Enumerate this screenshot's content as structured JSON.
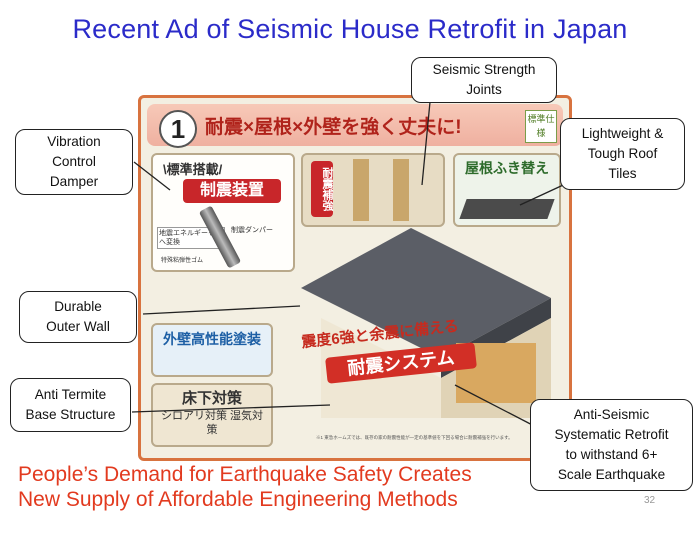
{
  "title": "Recent Ad of Seismic House Retrofit in Japan",
  "ad": {
    "number": "1",
    "headline": "耐震×屋根×外壁を強く丈夫に!",
    "tag": "標準仕様",
    "standard": "\\標準搭載/",
    "damper_title": "制震装置",
    "damper_note1": "地震エネルギーを熱へ変換",
    "damper_note2": "制震ダンパー",
    "damper_note3": "特殊粘弾性ゴム",
    "reinforce": "耐震補強",
    "roof_title": "屋根ふき替え",
    "wall_title": "外壁高性能塗装",
    "floor_title": "床下対策",
    "floor_sub": "シロアリ対策 湿気対策",
    "system_line1": "震度6強と余震に備える",
    "system_line2": "耐震システム",
    "fineprint": "※1 東急ホームズでは、既存の家の耐震性能が一定の基準値を下回る場合に耐震補強を行います。"
  },
  "callouts": {
    "seismic_joints": "Seismic Strength\nJoints",
    "roof_tiles": "Lightweight &\nTough Roof\nTiles",
    "vibration_damper": "Vibration\nControl\nDamper",
    "outer_wall": "Durable\nOuter Wall",
    "anti_termite": "Anti Termite\nBase Structure",
    "anti_seismic": "Anti-Seismic\nSystematic Retrofit\nto withstand 6+\nScale Earthquake"
  },
  "footer": {
    "line1": "People’s Demand for Earthquake Safety Creates",
    "line2": "New Supply of Affordable Engineering Methods"
  },
  "page_number": "32",
  "colors": {
    "title": "#2b2bc9",
    "footer": "#e23a1f",
    "ad_border": "#d8733f"
  }
}
